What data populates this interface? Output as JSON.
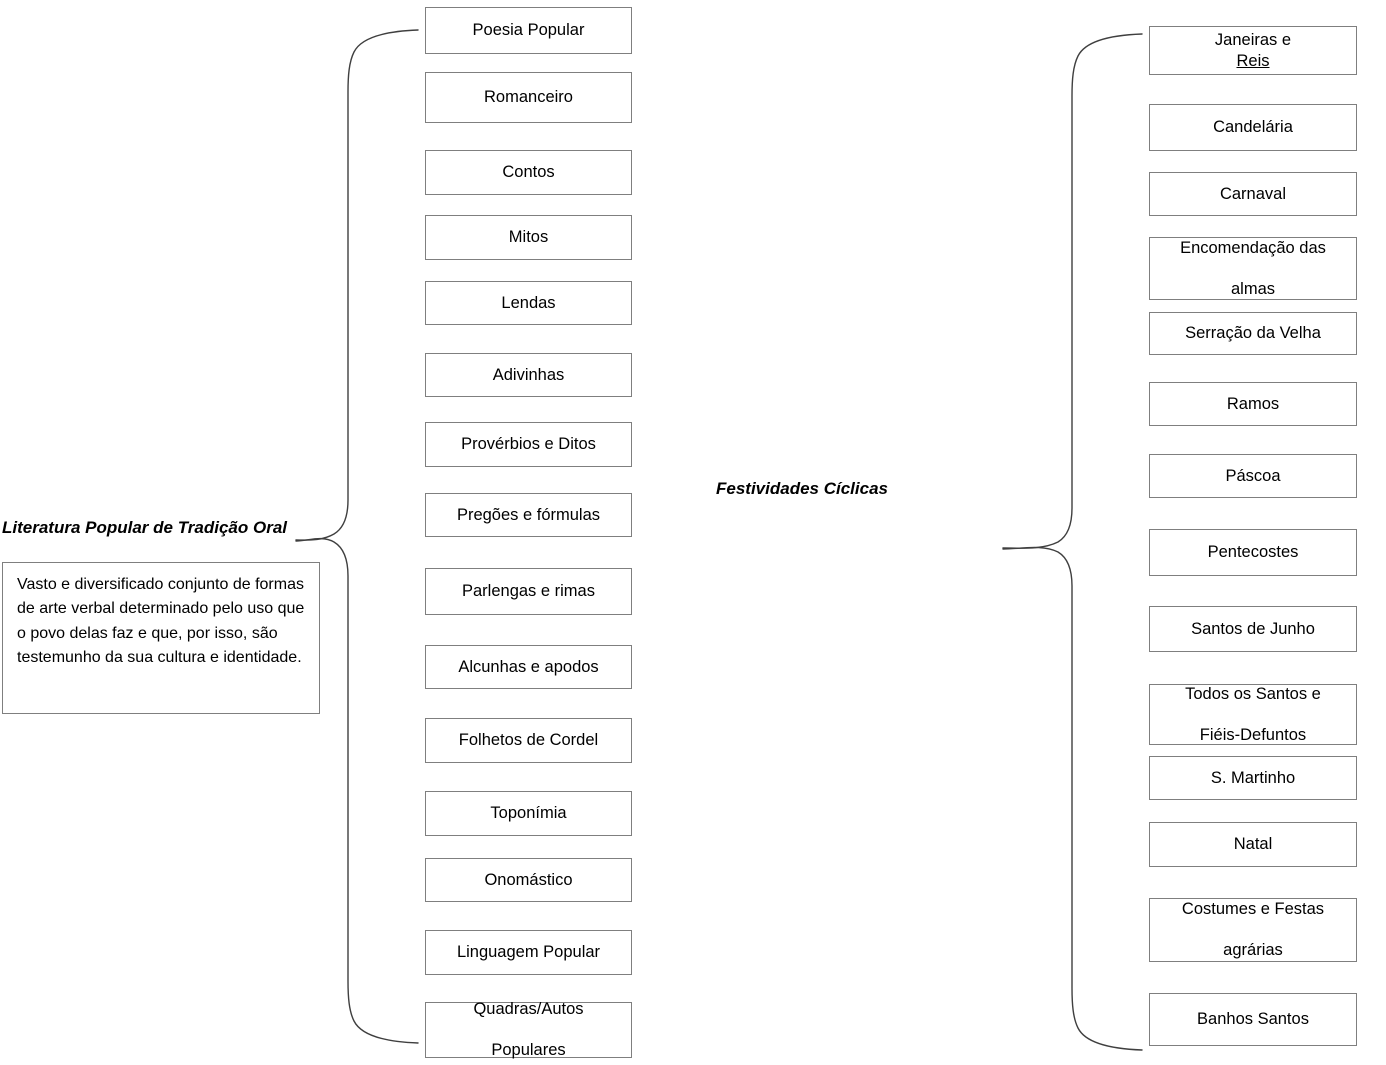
{
  "diagram": {
    "root": {
      "label": "Literatura Popular de Tradição Oral",
      "description": "Vasto e diversificado conjunto de formas de arte verbal determinado pelo uso que o povo delas faz e que, por isso, são testemunho da sua cultura e identidade."
    },
    "center": {
      "label": "Festividades Cíclicas"
    },
    "left_branch": {
      "items": [
        {
          "label": "Poesia Popular"
        },
        {
          "label": "Romanceiro"
        },
        {
          "label": "Contos"
        },
        {
          "label": "Mitos"
        },
        {
          "label": "Lendas"
        },
        {
          "label": "Adivinhas"
        },
        {
          "label": "Provérbios e Ditos"
        },
        {
          "label": "Pregões e fórmulas"
        },
        {
          "label": "Parlengas e rimas"
        },
        {
          "label": "Alcunhas e apodos"
        },
        {
          "label": "Folhetos de Cordel"
        },
        {
          "label": "Toponímia"
        },
        {
          "label": "Onomástico"
        },
        {
          "label": "Linguagem Popular"
        },
        {
          "label": "Quadras/Autos Populares",
          "line1": "Quadras/Autos",
          "line2": "Populares"
        }
      ]
    },
    "right_branch": {
      "items": [
        {
          "label": "Janeiras e Reis",
          "prefix": "Janeiras e ",
          "underlined": "Reis"
        },
        {
          "label": "Candelária"
        },
        {
          "label": "Carnaval"
        },
        {
          "label": "Encomendação das almas",
          "line1": "Encomendação das",
          "line2": "almas"
        },
        {
          "label": "Serração da Velha"
        },
        {
          "label": "Ramos"
        },
        {
          "label": "Páscoa"
        },
        {
          "label": "Pentecostes"
        },
        {
          "label": "Santos de Junho"
        },
        {
          "label": "Todos os Santos e Fiéis-Defuntos",
          "line1": "Todos os Santos e",
          "line2": "Fiéis-Defuntos"
        },
        {
          "label": "S. Martinho"
        },
        {
          "label": "Natal"
        },
        {
          "label": "Costumes e Festas agrárias",
          "line1": "Costumes e Festas",
          "line2": "agrárias"
        },
        {
          "label": "Banhos Santos"
        }
      ]
    },
    "style": {
      "box_border_color": "#7f7f7f",
      "brace_color": "#3f3f3f",
      "text_color": "#000000",
      "background": "#ffffff"
    }
  }
}
